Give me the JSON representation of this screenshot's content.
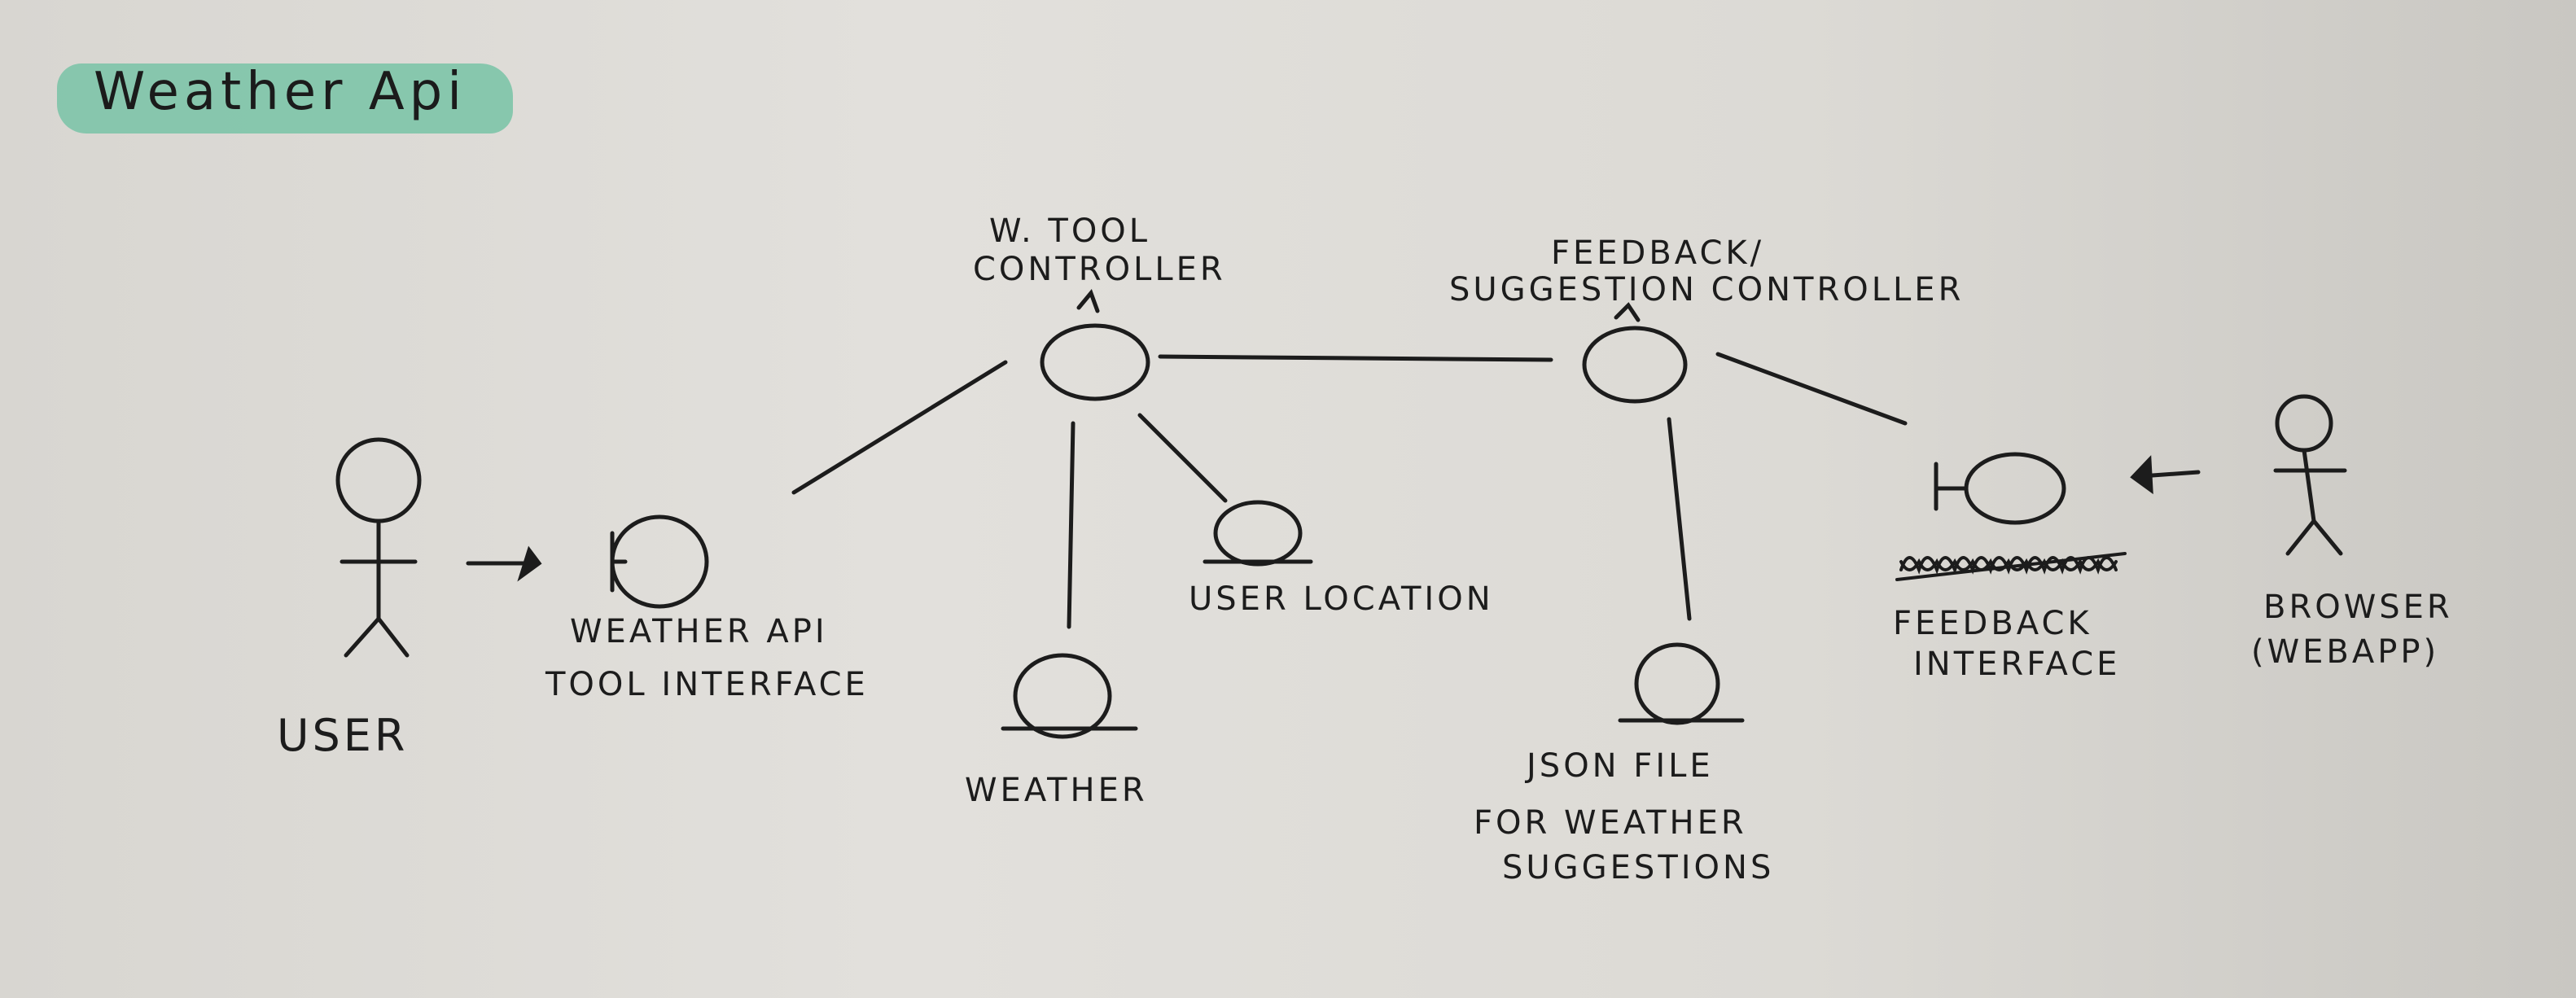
{
  "title": "Weather Api",
  "labels": {
    "user": "USER",
    "tool_interface": [
      "WEATHER API",
      "TOOL INTERFACE"
    ],
    "tool_controller": [
      "W. TOOL",
      "CONTROLLER"
    ],
    "weather": "WEATHER",
    "user_location": "USER LOCATION",
    "feedback_controller": [
      "FEEDBACK/",
      "SUGGESTION CONTROLLER"
    ],
    "json_file": [
      "JSON FILE",
      "FOR WEATHER",
      "SUGGESTIONS"
    ],
    "feedback_interface": [
      "FEEDBACK",
      "INTERFACE"
    ],
    "browser": [
      "BROWSER",
      "(WEBAPP)"
    ]
  },
  "colors": {
    "highlight": "#7dc4a9",
    "ink": "#1c1c1c",
    "paper": "#e2e0dc"
  }
}
